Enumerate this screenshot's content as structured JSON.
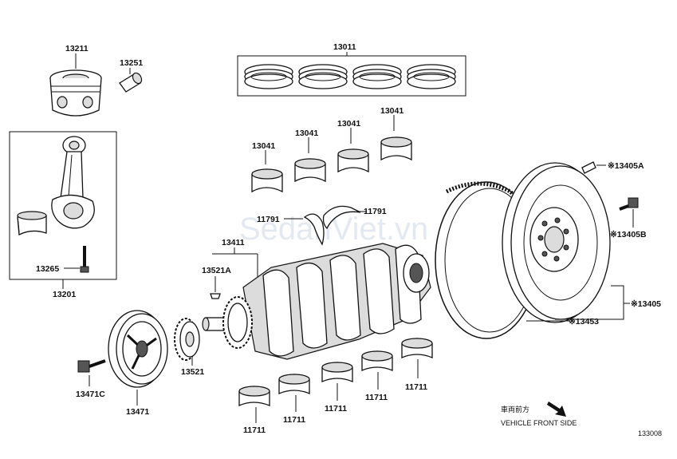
{
  "diagram": {
    "watermark": "SedanViet.vn",
    "figure_code": "133008",
    "front_note_jp": "車両前方",
    "front_note_en": "VEHICLE FRONT SIDE",
    "labels": {
      "l13211": "13211",
      "l13251": "13251",
      "l13011": "13011",
      "l13041a": "13041",
      "l13041b": "13041",
      "l13041c": "13041",
      "l13041d": "13041",
      "l11791a": "11791",
      "l11791b": "11791",
      "l13411": "13411",
      "l13521A": "13521A",
      "l13521": "13521",
      "l13265": "13265",
      "l13201": "13201",
      "l13471C": "13471C",
      "l13471": "13471",
      "l11711a": "11711",
      "l11711b": "11711",
      "l11711c": "11711",
      "l11711d": "11711",
      "l11711e": "11711",
      "l13405A": "※13405A",
      "l13405B": "※13405B",
      "l13405": "※13405",
      "l13453": "※13453"
    }
  }
}
